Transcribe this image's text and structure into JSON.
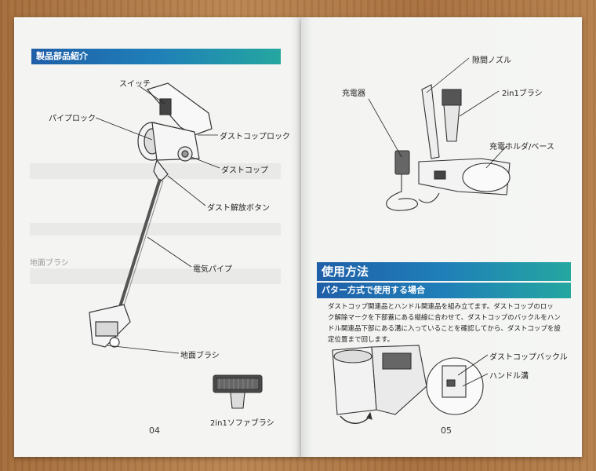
{
  "left_page": {
    "section_title": "製品部品紹介",
    "labels": {
      "switch": "スイッチ",
      "pipe_lock": "パイプロック",
      "dust_cup_lock": "ダストコップロック",
      "dust_cup": "ダストコップ",
      "dust_release_button": "ダスト解放ボタン",
      "electric_pipe": "電気パイプ",
      "floor_brush_faint": "地面ブラシ",
      "floor_brush": "地面ブラシ",
      "sofa_brush": "2in1ソファブラシ"
    },
    "page_number": "04"
  },
  "right_page": {
    "labels": {
      "gap_nozzle": "隙間ノズル",
      "charger": "充電器",
      "brush_2in1": "2in1ブラシ",
      "charging_holder": "充電ホルダ/ベース"
    },
    "usage_title": "使用方法",
    "usage_subtitle": "パター方式で使用する場合",
    "instruction_lines": [
      "ダストコップ関連品とハンドル関連品を組み立てます。ダストコップのロッ",
      "ク解除マークを下部蓋にある縦線に合わせて、ダストコップのバックルをハン",
      "ドル関連品下部にある溝に入っていることを確認してから、ダストコップを設",
      "定位置まで回します。"
    ],
    "labels2": {
      "dust_cup_buckle": "ダストコップバックル",
      "handle_groove": "ハンドル溝"
    },
    "page_number": "05"
  }
}
